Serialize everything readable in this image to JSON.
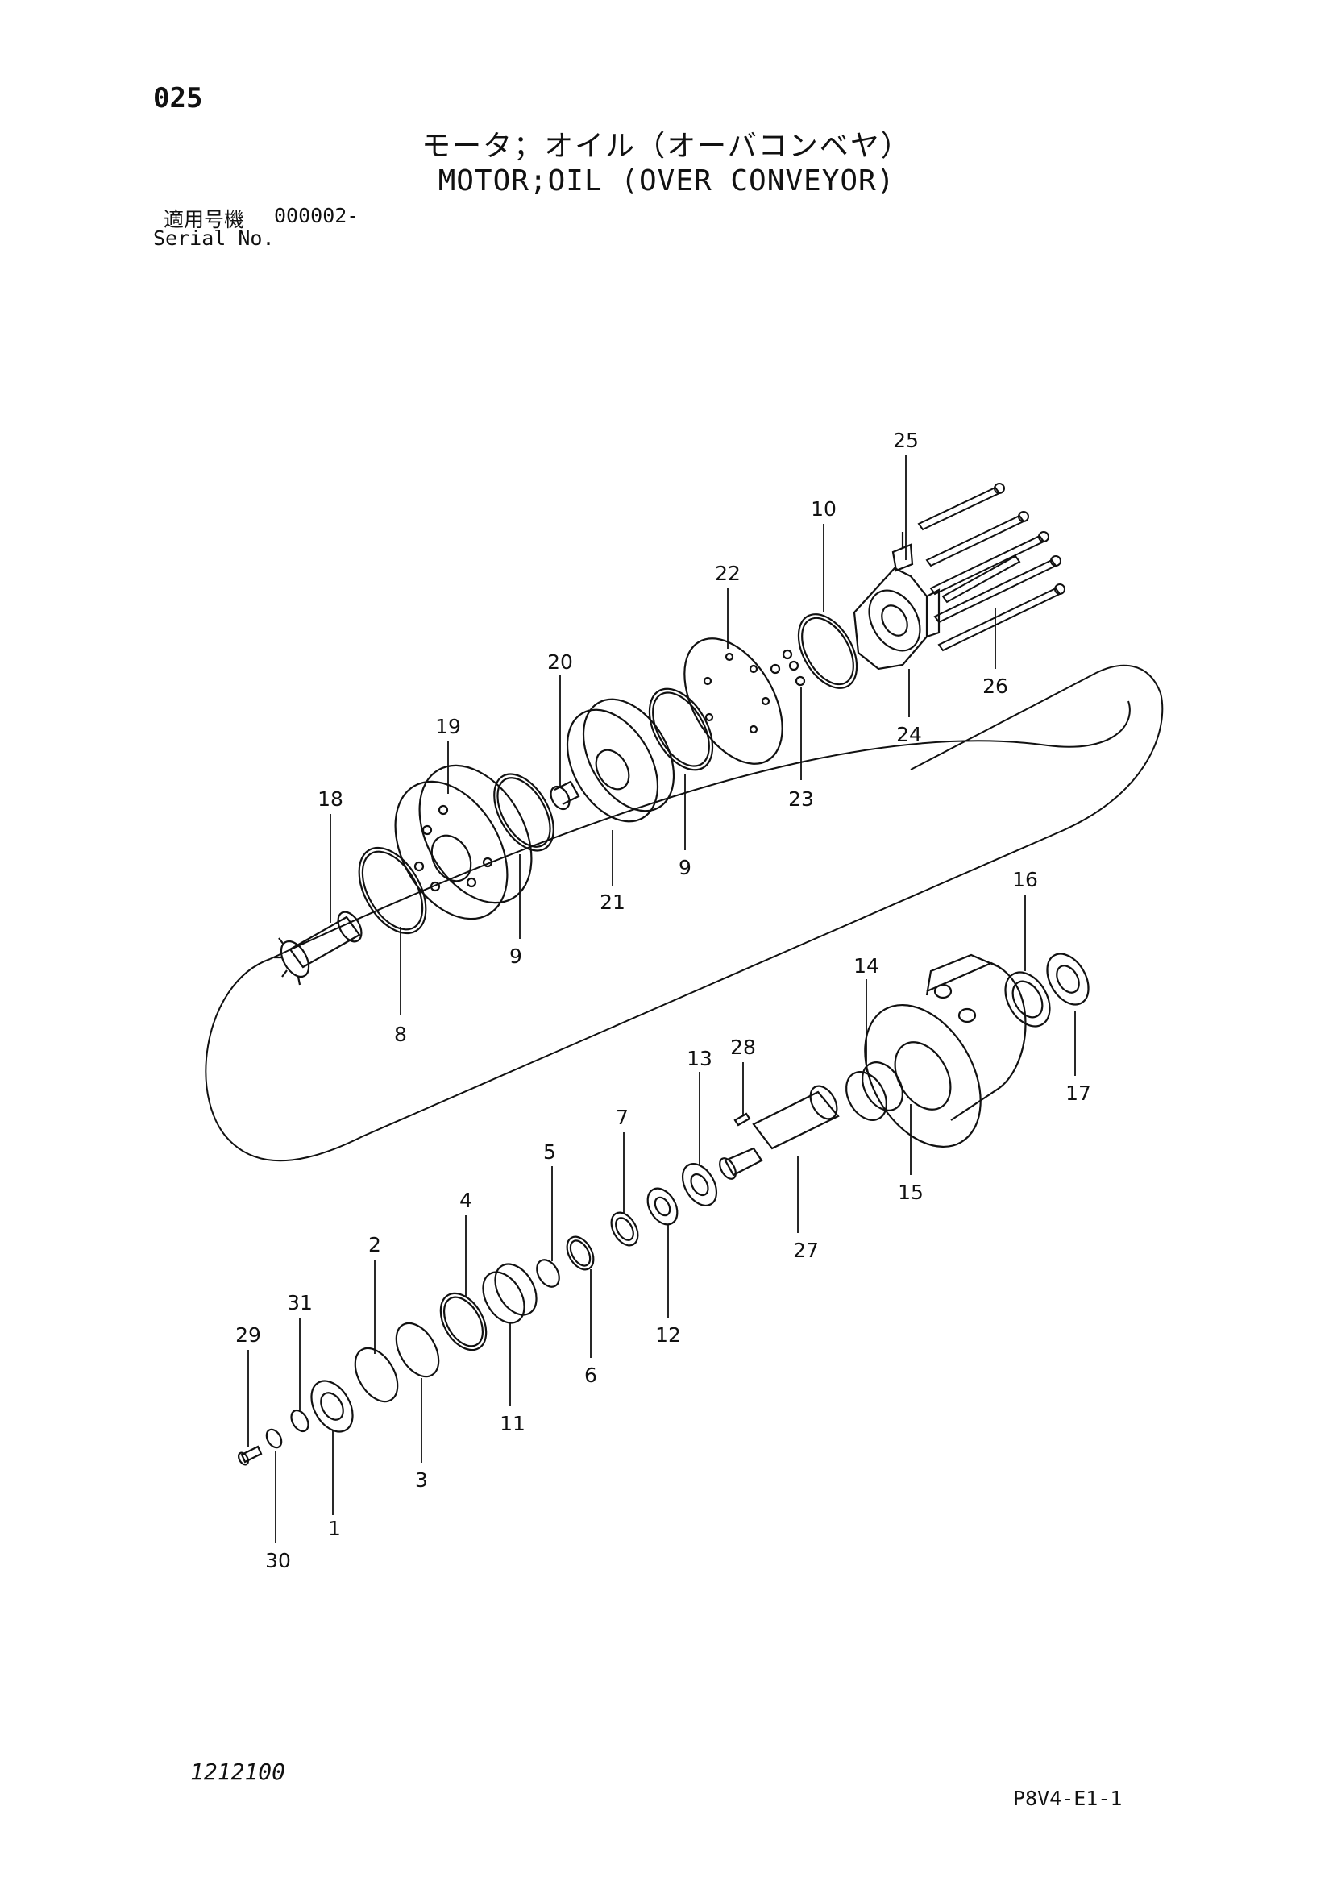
{
  "page_number": "025",
  "title_jp": "モータ；オイル（オーバコンベヤ）",
  "title_en": "MOTOR;OIL (OVER CONVEYOR)",
  "serial": {
    "label_jp": "適用号機",
    "value": "000002-",
    "label_en": "Serial No."
  },
  "footer": {
    "left_code": "1212100",
    "right_code": "P8V4-E1-1"
  },
  "callouts": {
    "c1": "1",
    "c2": "2",
    "c3": "3",
    "c4": "4",
    "c5": "5",
    "c6": "6",
    "c7": "7",
    "c8": "8",
    "c9a": "9",
    "c9b": "9",
    "c10": "10",
    "c11": "11",
    "c12": "12",
    "c13": "13",
    "c14": "14",
    "c15": "15",
    "c16": "16",
    "c17": "17",
    "c18": "18",
    "c19": "19",
    "c20": "20",
    "c21": "21",
    "c22": "22",
    "c23": "23",
    "c24": "24",
    "c25": "25",
    "c26": "26",
    "c27": "27",
    "c28": "28",
    "c29": "29",
    "c30": "30",
    "c31": "31"
  }
}
